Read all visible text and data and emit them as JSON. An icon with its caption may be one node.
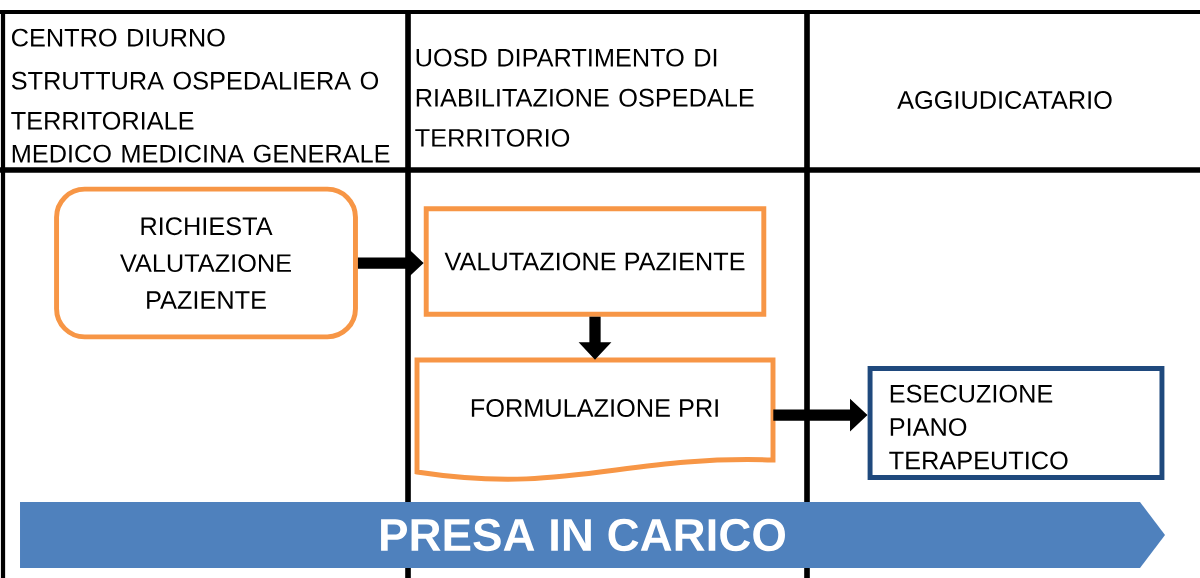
{
  "diagram": {
    "nodes": [
      {
        "text": [
          "RICHIESTA VALUTAZIONE PAZIENTE"
        ]
      },
      {
        "text": [
          "VALUTAZIONE PAZIENTE"
        ]
      },
      {
        "text": [
          "FORMULAZIONE PRI"
        ]
      },
      {
        "text": [
          "ESECUZIONE PIANO TERAPEUTICO"
        ]
      },
      {
        "text": [
          "PRESA IN CARICO"
        ]
      }
    ],
    "edges": [
      {
        "from": 0,
        "to": 1,
        "arrow": "to"
      },
      {
        "from": 1,
        "to": 2,
        "arrow": "to"
      },
      {
        "from": 2,
        "to": 3,
        "arrow": "to"
      }
    ],
    "labels": [
      "CENTRO DIURNO",
      "STRUTTURA OSPEDALIERA O TERRITORIALE",
      "MEDICO MEDICINA GENERALE",
      "UOSD DIPARTIMENTO DI RIABILITAZIONE OSPEDALE TERRITORIO",
      "AGGIUDICATARIO"
    ]
  }
}
